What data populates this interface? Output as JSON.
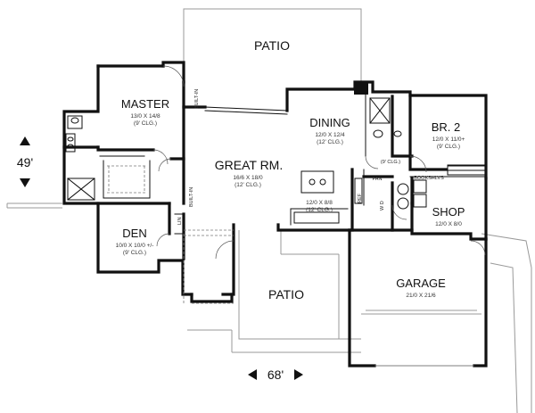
{
  "rooms": {
    "patio_top": {
      "name": "PATIO"
    },
    "master": {
      "name": "MASTER",
      "size": "13/0 X 14/8",
      "ceiling": "(9' CLG.)"
    },
    "dining": {
      "name": "DINING",
      "size": "12/0 X 12/4",
      "ceiling": "(12' CLG.)"
    },
    "br2": {
      "name": "BR. 2",
      "size": "12/0 X 11/0+",
      "ceiling": "(9' CLG.)"
    },
    "great_room": {
      "name": "GREAT RM.",
      "size": "16/6 X 18/0",
      "ceiling": "(12' CLG.)"
    },
    "kitchen": {
      "size": "12/0 X 8/8",
      "ceiling": "(12' CLG.)"
    },
    "shop": {
      "name": "SHOP",
      "size": "12/0 X 8/0"
    },
    "den": {
      "name": "DEN",
      "size": "10/0 X 10/0 +/-",
      "ceiling": "(9' CLG.)"
    },
    "patio_bottom": {
      "name": "PATIO"
    },
    "garage": {
      "name": "GARAGE",
      "size": "21/0 X 21/6"
    }
  },
  "labels": {
    "built_in_top": "BUILT-IN",
    "built_in_mid": "BUILT-IN",
    "bookshelves": "BOOKSHLVS",
    "pan": "PAN",
    "ref": "REF",
    "wd": "W D",
    "lin": "LIN",
    "hall_ceiling": "(9' CLG.)"
  },
  "dimensions": {
    "depth": "49'",
    "width": "68'"
  }
}
